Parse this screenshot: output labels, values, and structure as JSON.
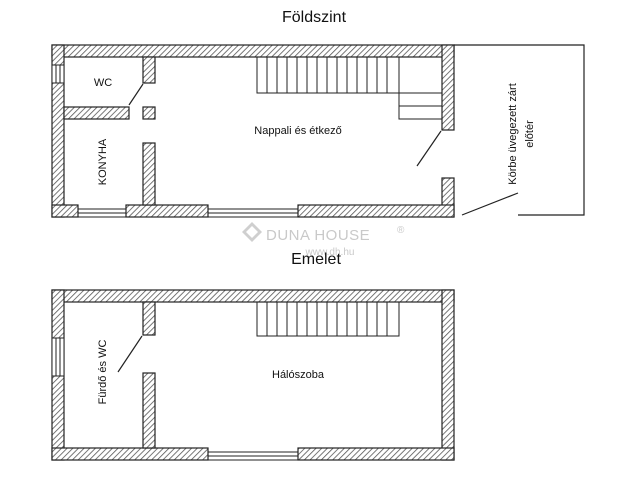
{
  "floors": [
    {
      "title": "Földszint",
      "rooms": {
        "wc": "WC",
        "konyha": "KONYHA",
        "nappali": "Nappali és étkező",
        "eloter_line1": "Körbe üvegezett zárt",
        "eloter_line2": "előtér"
      }
    },
    {
      "title": "Emelet",
      "rooms": {
        "furdo": "Fürdő és WC",
        "haloszoba": "Hálószoba"
      }
    }
  ],
  "watermark": {
    "brand": "DUNA HOUSE",
    "registered_mark": "®",
    "url": "www.dh.hu"
  },
  "colors": {
    "wall_hatch": "#555555",
    "line": "#222222",
    "watermark": "#c9c9c9"
  }
}
